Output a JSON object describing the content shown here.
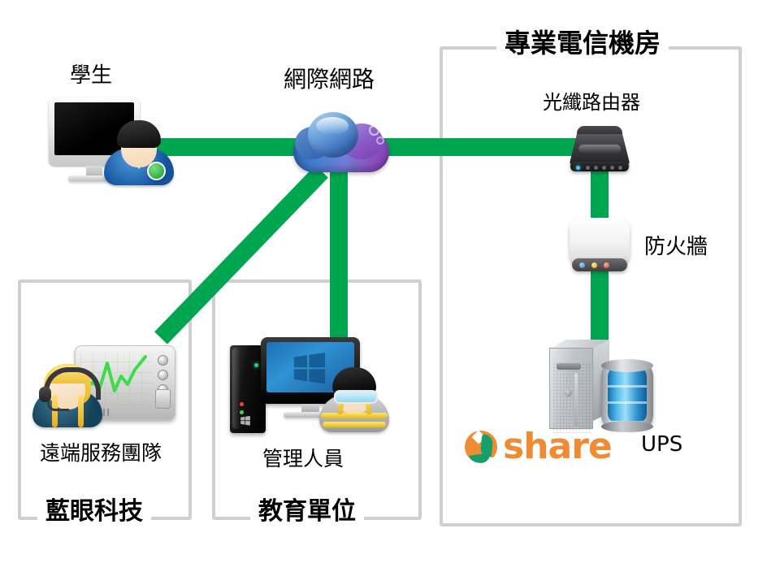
{
  "diagram": {
    "title_texts": {
      "telecom_room": "專業電信機房",
      "internet": "網際網路"
    },
    "groups": [
      {
        "id": "blue-eye",
        "label": "藍眼科技"
      },
      {
        "id": "education-unit",
        "label": "教育單位"
      },
      {
        "id": "telecom-room",
        "label": "專業電信機房"
      }
    ],
    "nodes": [
      {
        "id": "student",
        "label": "學生",
        "icon": "user-monitor-icon"
      },
      {
        "id": "internet-cloud",
        "label": "網際網路",
        "icon": "cloud-icon"
      },
      {
        "id": "fiber-router",
        "label": "光纖路由器",
        "icon": "router-icon"
      },
      {
        "id": "firewall",
        "label": "防火牆",
        "icon": "firewall-icon"
      },
      {
        "id": "ups",
        "label": "UPS",
        "icon": "ups-battery-icon"
      },
      {
        "id": "server",
        "label": "",
        "icon": "server-tower-icon"
      },
      {
        "id": "support-team",
        "label": "遠端服務團隊",
        "icon": "headset-operator-icon"
      },
      {
        "id": "admin-staff",
        "label": "管理人員",
        "icon": "admin-user-pc-icon"
      }
    ],
    "brand": {
      "wordmark": "share",
      "mark": "share-leaf-logo-icon"
    },
    "colors": {
      "link_green": "#00a550",
      "frame_gray": "#cfcfcf",
      "brand_orange": "#ef8b33",
      "brand_green": "#15a06a",
      "text_black": "#000000",
      "background": "#ffffff"
    },
    "links": [
      {
        "from": "student",
        "to": "internet-cloud",
        "style": "horizontal"
      },
      {
        "from": "internet-cloud",
        "to": "fiber-router",
        "style": "horizontal"
      },
      {
        "from": "internet-cloud",
        "to": "support-team",
        "style": "diagonal"
      },
      {
        "from": "internet-cloud",
        "to": "admin-staff",
        "style": "vertical"
      },
      {
        "from": "fiber-router",
        "to": "firewall",
        "style": "vertical"
      },
      {
        "from": "firewall",
        "to": "server",
        "style": "vertical"
      }
    ]
  }
}
